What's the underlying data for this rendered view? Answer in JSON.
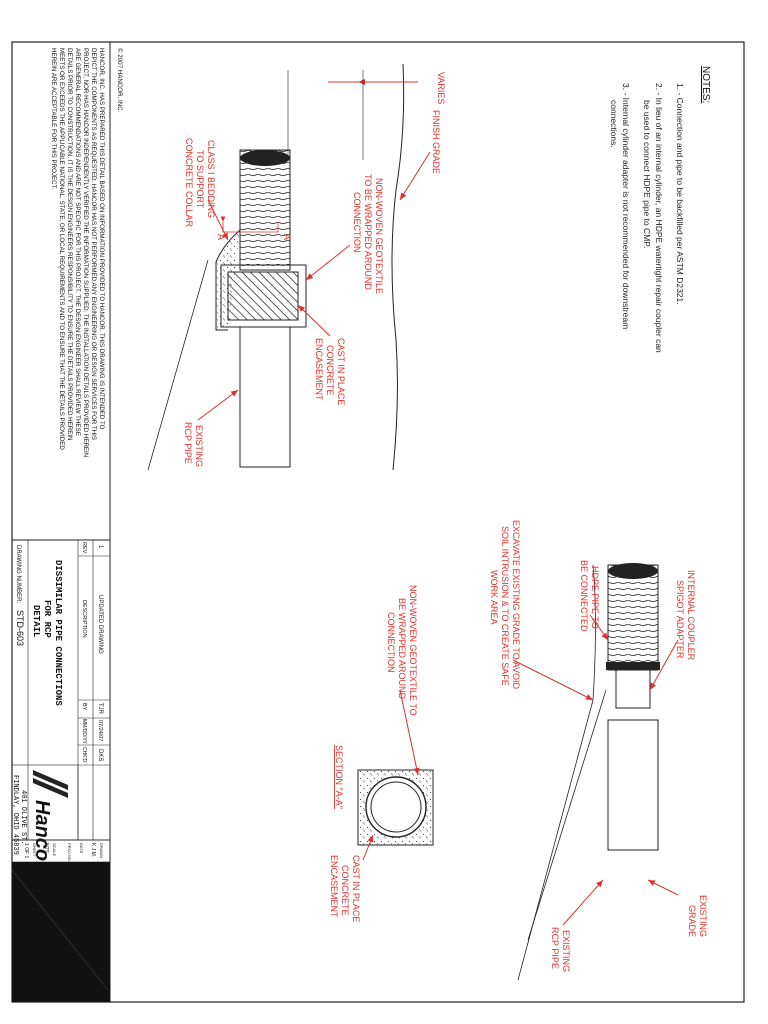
{
  "notes": {
    "heading": "NOTES:",
    "items": [
      "1. - Connection and pipe to be backfilled per ASTM D2321.",
      "2. - In lieu of an internal cylinder, an HDPE watertight repair coupler can",
      "be used to connect HDPE pipe to CMP.",
      "3. - Internal cylinder adapter is not recommended for downstream",
      "connections."
    ]
  },
  "labels": {
    "finish_grade": "FINISH GRADE",
    "varies": "VARIES",
    "geotextile_1": "NON-WOVEN GEOTEXTILE",
    "geotextile_2": "TO BE WRAPPED AROUND",
    "geotextile_3": "CONNECTION",
    "cast_1": "CAST IN PLACE",
    "cast_2": "CONCRETE",
    "cast_3": "ENCASEMENT",
    "bedding_1": "CLASS I BEDDING",
    "bedding_2": "TO SUPPORT",
    "bedding_3": "CONCRETE COLLAR",
    "section_mark": "A",
    "existing_rcp_1": "EXISTING",
    "existing_rcp_2": "RCP PIPE",
    "internal_coupler_1": "INTERNAL COUPLER",
    "internal_coupler_2": "SPIGOT ADAPTER",
    "hdpe_1": "HDPE PIPE TO",
    "hdpe_2": "BE CONNECTED",
    "excavate_1": "EXCAVATE EXISTING GRADE TO AVOID",
    "excavate_2": "SOIL INTRUSION & TO CREATE SAFE",
    "excavate_3": "WORK AREA",
    "existing_grade_1": "EXISTING",
    "existing_grade_2": "GRADE",
    "geo2_1": "NON-WOVEN GEOTEXTILE TO",
    "geo2_2": "BE WRAPPED AROUND",
    "geo2_3": "CONNECTION",
    "section_title": "SECTION \"A-A\"",
    "cast2_1": "CAST IN PLACE",
    "cast2_2": "CONCRETE",
    "cast2_3": "ENCASEMENT"
  },
  "copyright": "© 2007 HANCOR, INC.",
  "disclaimer": [
    "HANCOR, INC. HAS PREPARED THIS DETAIL BASED ON INFORMATION PROVIDED TO HANCOR. THIS DRAWING IS INTENDED TO",
    "DEPICT THE COMPONENTS AS REQUESTED. HANCOR HAS NOT PERFORMED ANY ENGINEERING OR DESIGN SERVICES FOR THIS",
    "PROJECT, NOR HAS HANCOR INDEPENDENTLY VERIFIED THE INFORMATION SUPPLIED. THE INSTALLATION DETAILS PROVIDED HEREIN",
    "ARE GENERAL RECOMMENDATIONS AND ARE NOT SPECIFIC FOR THIS PROJECT. THE DESIGN ENGINEER SHALL REVIEW THESE",
    "DETAILS PRIOR TO CONSTRUCTION. IT IS THE DESIGN ENGINEERS RESPONSIBILITY TO ENSURE THE DETAILS PROVIDED HEREIN",
    "MEETS OR EXCEEDS THE APPLICABLE NATIONAL, STATE, OR LOCAL REQUIREMENTS AND TO ENSURE THAT THE DETAILS PROVIDED",
    "HEREIN ARE ACCEPTABLE FOR THIS PROJECT."
  ],
  "revision_table": {
    "rev": "1",
    "description": "UPDATED DRAWING",
    "by": "TJR",
    "date": "07/24/07",
    "chkd": "DKS",
    "header_rev": "REV.",
    "header_description": "DESCRIPTION",
    "header_by": "BY",
    "header_date": "MM/DD/YY",
    "header_chkd": "CHK'D"
  },
  "title_block": {
    "title_1": "DISSIMILAR PIPE CONNECTIONS",
    "title_2": "FOR RCP",
    "title_3": "DETAIL",
    "drawing_number_label": "DRAWING NUMBER:",
    "drawing_number": "STD-603",
    "company": "Hancor",
    "address_1": "401 OLIVE ST.",
    "address_2": "FINDLAY, OHIO 45839",
    "drawn_label": "DRAWN",
    "drawn_value": "K.J.M.",
    "date_label": "DATE",
    "proj_label": "PROJ NO.",
    "scale_label": "SCALE",
    "scale_value": "NTS",
    "sheet_label": "SHEET",
    "sheet_value": "1 OF 1"
  },
  "colors": {
    "callout": "#e0302a",
    "ink": "#111111"
  }
}
